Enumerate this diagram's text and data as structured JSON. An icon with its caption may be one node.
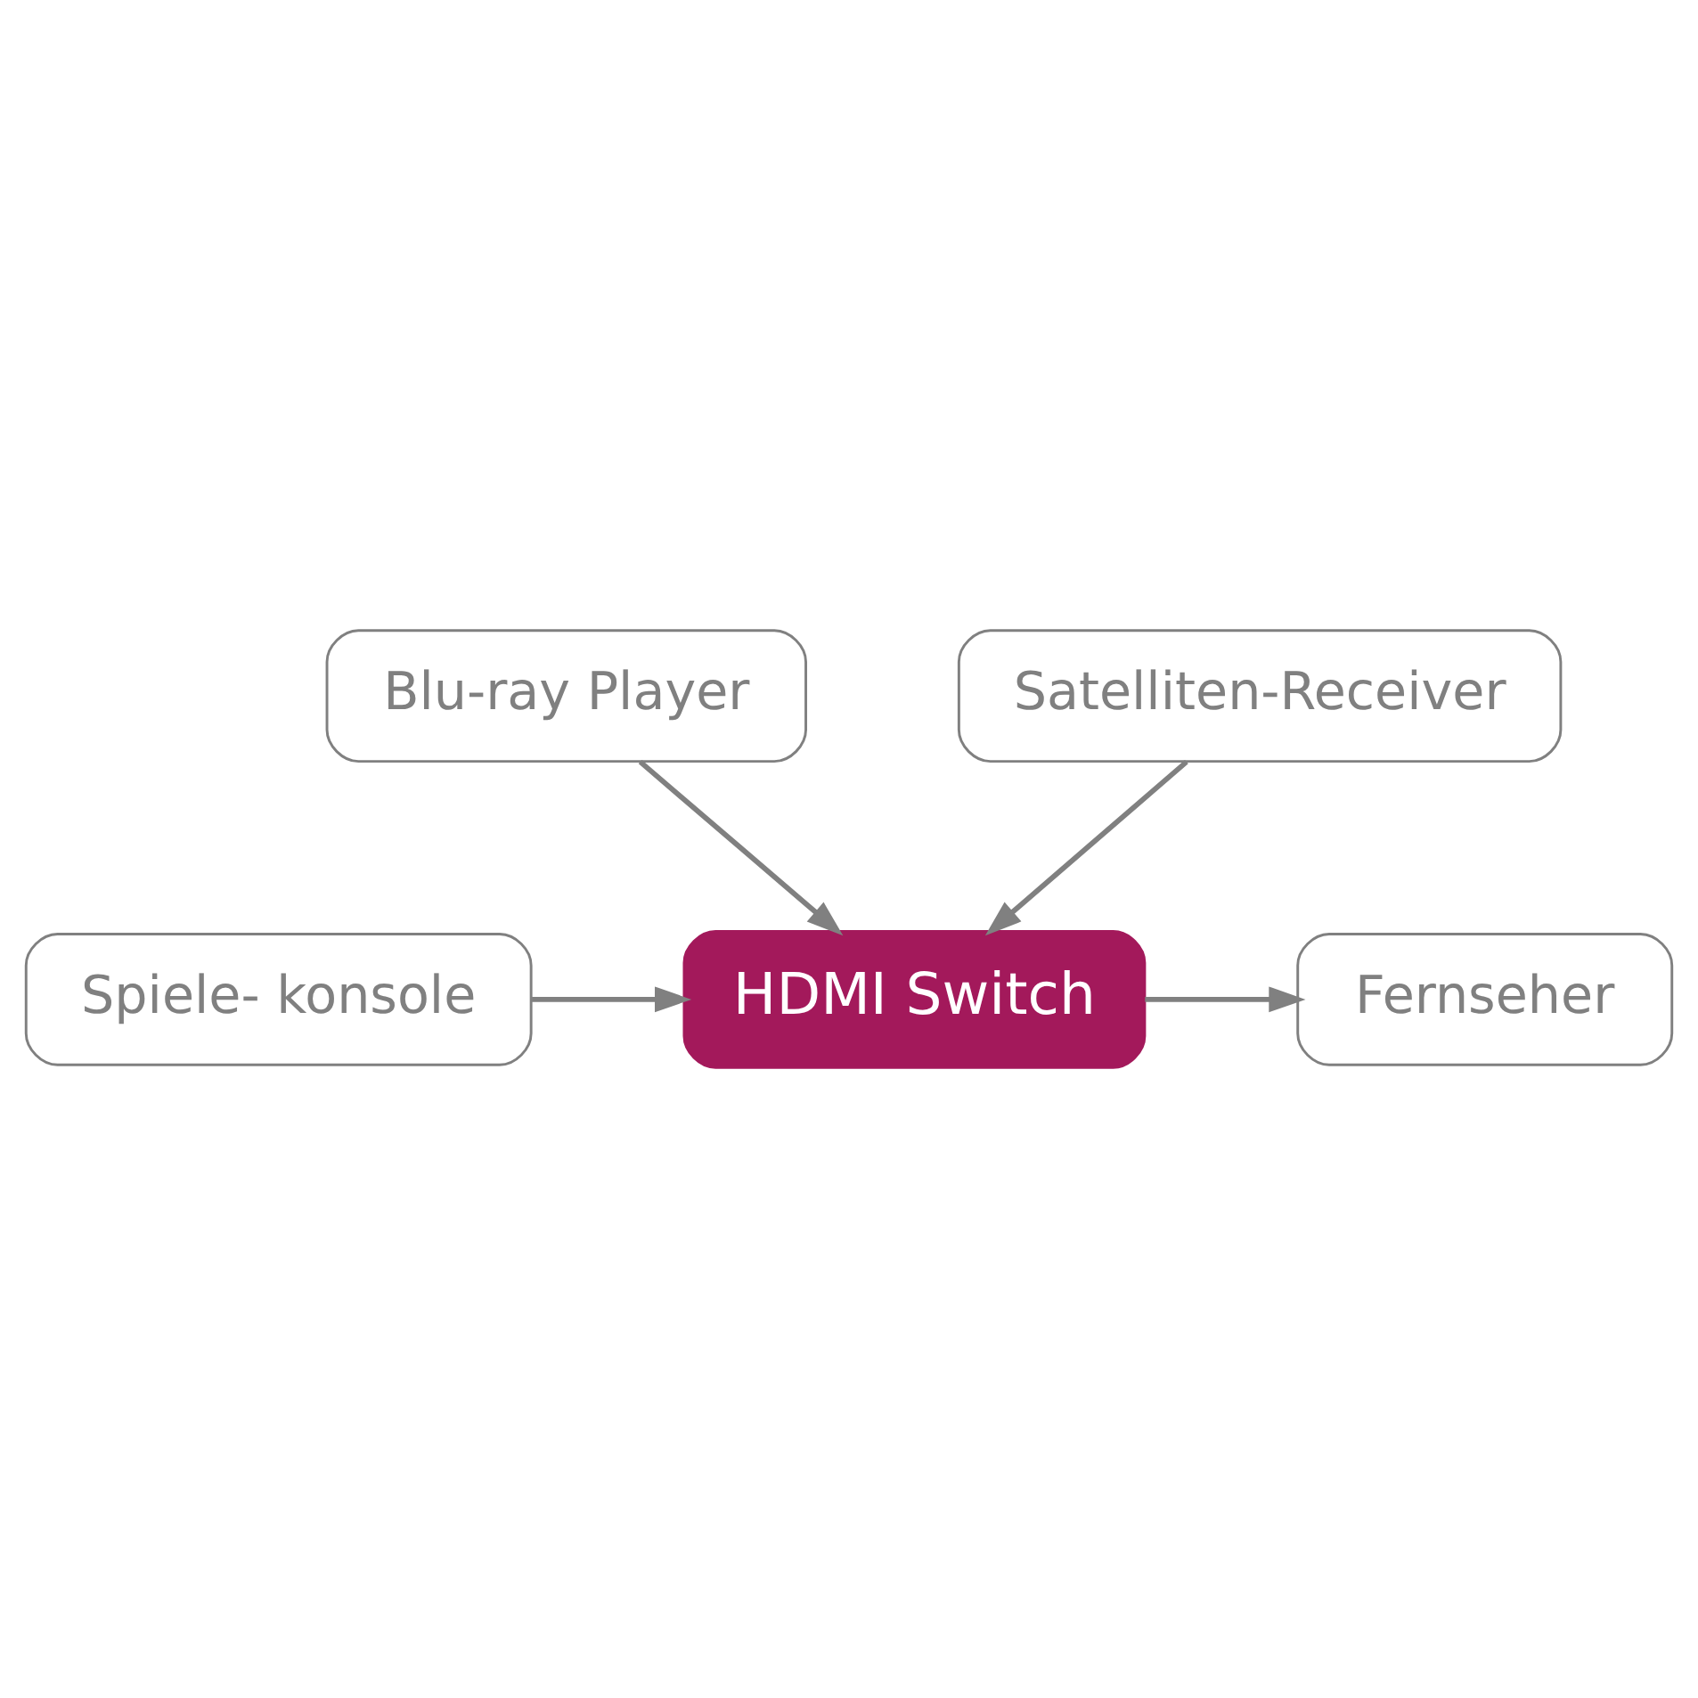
{
  "diagram": {
    "nodes": [
      {
        "text": [
          "HDMI Switch"
        ]
      },
      {
        "text": [
          "Blu-ray Player"
        ]
      },
      {
        "text": [
          "Fernseher"
        ]
      },
      {
        "text": [
          "Spiele- konsole"
        ]
      },
      {
        "text": [
          "Satelliten-Receiver"
        ]
      }
    ],
    "edges": [
      {
        "from": 1,
        "to": 0,
        "arrow": "to"
      },
      {
        "from": 0,
        "to": 2,
        "arrow": "to"
      },
      {
        "from": 3,
        "to": 0,
        "arrow": "to"
      },
      {
        "from": 4,
        "to": 0,
        "arrow": "to"
      }
    ]
  }
}
